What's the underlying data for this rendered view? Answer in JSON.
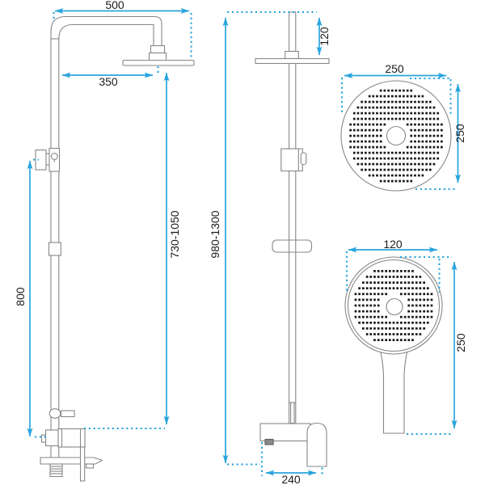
{
  "figure": {
    "front_view": {
      "top_width": "500",
      "head_center_offset": "350",
      "riser_height": "800",
      "head_height_range": "730-1050"
    },
    "side_view": {
      "head_drop": "120",
      "total_height_range": "980-1300",
      "base_depth": "240"
    },
    "rain_head": {
      "width": "250",
      "height": "250"
    },
    "hand_shower": {
      "width": "120",
      "length": "250"
    }
  },
  "colors": {
    "dimension": "#2aa5dd",
    "outline": "#878787",
    "outline_dark": "#6b6b6b",
    "dots": "#151515",
    "label": "#1c1c1c"
  }
}
